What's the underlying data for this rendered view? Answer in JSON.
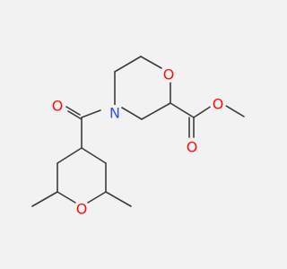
{
  "molecule": {
    "atoms": {
      "o_carbonyl_amide": "O",
      "n_morpholine": "N",
      "o_morpholine": "O",
      "o_carbonyl_ester": "O",
      "o_ester": "O",
      "o_oxane": "O"
    },
    "colors": {
      "bond": "#3b3b3b",
      "oxygen": "#ff0d0d",
      "nitrogen": "#3050f8",
      "background": "#f2f2f2"
    }
  }
}
